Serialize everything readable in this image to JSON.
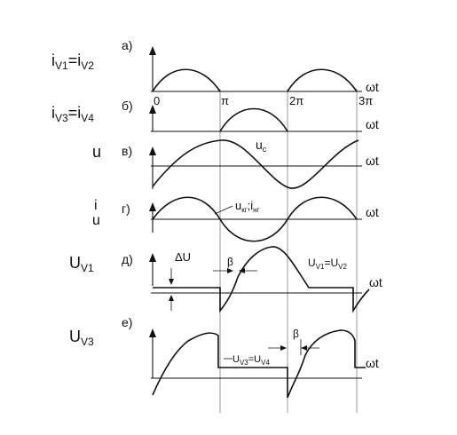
{
  "panels": [
    {
      "id": "a",
      "letter": "а)",
      "label_main": "i",
      "label_sub": "V1",
      "label_eq": "=i",
      "label_sub2": "V2"
    },
    {
      "id": "b",
      "letter": "б)",
      "label_main": "i",
      "label_sub": "V3",
      "label_eq": "=i",
      "label_sub2": "V4"
    },
    {
      "id": "v",
      "letter": "в)",
      "label_main": "u"
    },
    {
      "id": "g",
      "letter": "г)",
      "label_main": "i",
      "label_second": "u"
    },
    {
      "id": "d",
      "letter": "д)",
      "label_main": "U",
      "label_sub": "V1"
    },
    {
      "id": "e",
      "letter": "е)",
      "label_main": "U",
      "label_sub": "V3"
    }
  ],
  "axis_label": "ωt",
  "ticks": [
    "0",
    "π",
    "2π",
    "3π"
  ],
  "annotations": {
    "uc_main": "u",
    "uc_sub": "c",
    "ucr_main": "u",
    "ucr_sub": "кг",
    "ucr_sep": ";i",
    "ucr_sub2": "нг",
    "delta_u": "ΔU",
    "beta": "β",
    "uv1_main": "U",
    "uv1_sub": "V1",
    "uv1_eq": "=U",
    "uv1_sub2": "V2",
    "uv3_main": "U",
    "uv3_sub": "V3",
    "uv3_eq": "=U",
    "uv3_sub2": "V4"
  }
}
